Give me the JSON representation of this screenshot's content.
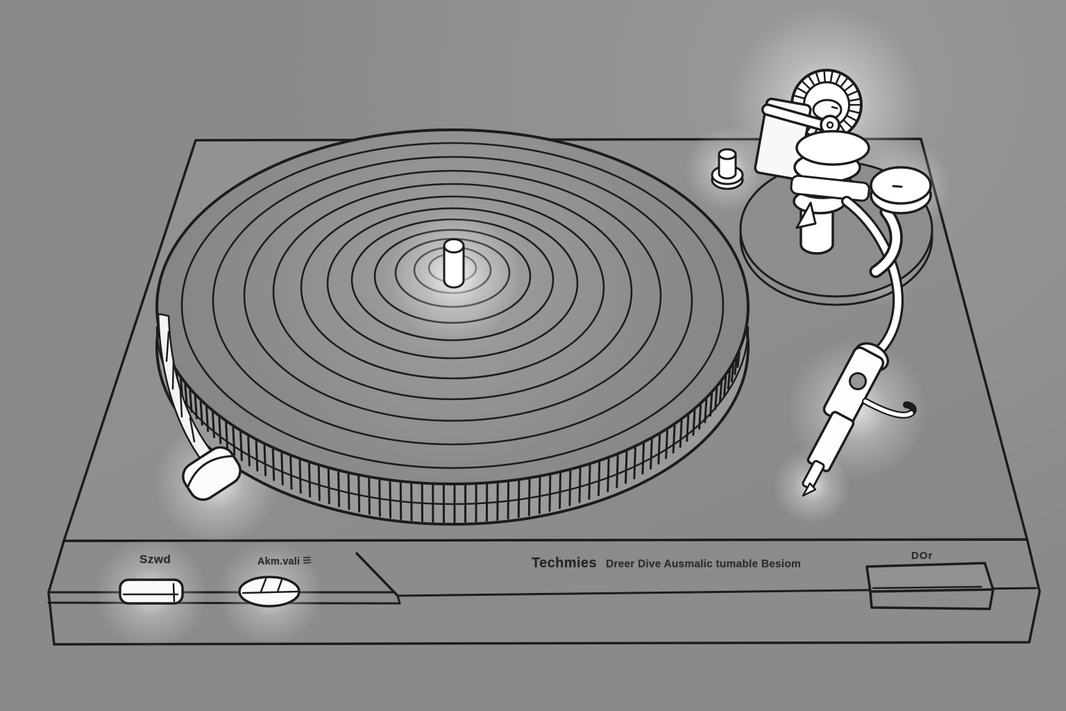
{
  "scene": {
    "title": "Line-art illustration of a direct-drive turntable",
    "background_color": "#8a8a8a",
    "outline_color": "#1c1c1c",
    "highlight_color": "#ffffff"
  },
  "front_panel": {
    "power_label": "Szwd",
    "speed_label": "Akm.vali",
    "speed_lines_icon": "≡",
    "brand": "Techmies",
    "model_text": "Dreer Dive Ausmalic tumable Besiom",
    "door_label": "DOr"
  },
  "parts": {
    "platter": "platter with concentric grooves and strobe-dot rim",
    "spindle": "center spindle",
    "tonearm": "tonearm with counterweight, pivot stack, headshell and stylus",
    "armrest": "tonearm rest hook",
    "adapter": "45 rpm adapter puck",
    "cue_button": "front-left cue button",
    "knob": "small round knob",
    "power_button": "rectangular power button",
    "speed_selector": "oval speed selector",
    "door_button": "wide front door button"
  }
}
